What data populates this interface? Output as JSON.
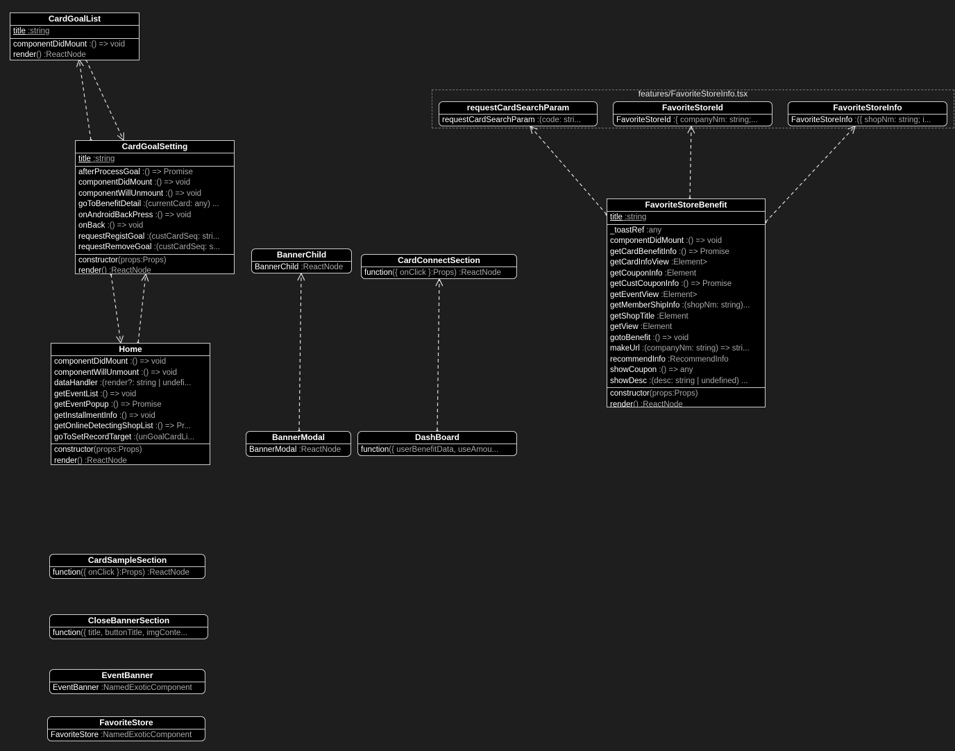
{
  "package": {
    "label": "features/FavoriteStoreInfo.tsx"
  },
  "nodes": [
    {
      "id": "CardGoalList",
      "title": "CardGoalList",
      "rounded": false,
      "sections": [
        [
          {
            "name": "title",
            "type": " :string",
            "underline": true
          }
        ],
        [
          {
            "name": "componentDidMount",
            "type": " :() => void"
          },
          {
            "name": "render",
            "type": "() :ReactNode"
          }
        ]
      ]
    },
    {
      "id": "CardGoalSetting",
      "title": "CardGoalSetting",
      "rounded": false,
      "sections": [
        [
          {
            "name": "title",
            "type": " :string",
            "underline": true
          }
        ],
        [
          {
            "name": "afterProcessGoal",
            "type": " :() => Promise"
          },
          {
            "name": "componentDidMount",
            "type": " :() => void"
          },
          {
            "name": "componentWillUnmount",
            "type": " :() => void"
          },
          {
            "name": "goToBenefitDetail",
            "type": " :(currentCard: any) ..."
          },
          {
            "name": "onAndroidBackPress",
            "type": " :() => void"
          },
          {
            "name": "onBack",
            "type": " :() => void"
          },
          {
            "name": "requestRegistGoal",
            "type": " :(custCardSeq: stri..."
          },
          {
            "name": "requestRemoveGoal",
            "type": " :(custCardSeq: s..."
          }
        ],
        [
          {
            "name": "constructor",
            "type": "(props:Props)"
          },
          {
            "name": "render",
            "type": "() :ReactNode"
          }
        ]
      ]
    },
    {
      "id": "Home",
      "title": "Home",
      "rounded": false,
      "sections": [
        [
          {
            "name": "componentDidMount",
            "type": " :() => void"
          },
          {
            "name": "componentWillUnmount",
            "type": " :() => void"
          },
          {
            "name": "dataHandler",
            "type": " :(render?: string | undefi..."
          },
          {
            "name": "getEventList",
            "type": " :() => void"
          },
          {
            "name": "getEventPopup",
            "type": " :() => Promise"
          },
          {
            "name": "getInstallmentInfo",
            "type": " :() => void"
          },
          {
            "name": "getOnlineDetectingShopList",
            "type": " :() => Pr..."
          },
          {
            "name": "goToSetRecordTarget",
            "type": " :(unGoalCardLi..."
          }
        ],
        [
          {
            "name": "constructor",
            "type": "(props:Props)"
          },
          {
            "name": "render",
            "type": "() :ReactNode"
          }
        ]
      ]
    },
    {
      "id": "BannerChild",
      "title": "BannerChild",
      "rounded": true,
      "sections": [
        [
          {
            "name": "BannerChild",
            "type": " :ReactNode"
          }
        ]
      ]
    },
    {
      "id": "BannerModal",
      "title": "BannerModal",
      "rounded": true,
      "sections": [
        [
          {
            "name": "BannerModal",
            "type": " :ReactNode"
          }
        ]
      ]
    },
    {
      "id": "CardConnectSection",
      "title": "CardConnectSection",
      "rounded": true,
      "sections": [
        [
          {
            "name": "function",
            "type": "({ onClick }:Props) :ReactNode"
          }
        ]
      ]
    },
    {
      "id": "DashBoard",
      "title": "DashBoard",
      "rounded": true,
      "sections": [
        [
          {
            "name": "function",
            "type": "({ userBenefitData, useAmou..."
          }
        ]
      ]
    },
    {
      "id": "requestCardSearchParam",
      "title": "requestCardSearchParam",
      "rounded": true,
      "sections": [
        [
          {
            "name": "requestCardSearchParam",
            "type": " :(code: stri..."
          }
        ]
      ]
    },
    {
      "id": "FavoriteStoreId",
      "title": "FavoriteStoreId",
      "rounded": true,
      "sections": [
        [
          {
            "name": "FavoriteStoreId",
            "type": " :{ companyNm: string;..."
          }
        ]
      ]
    },
    {
      "id": "FavoriteStoreInfo",
      "title": "FavoriteStoreInfo",
      "rounded": true,
      "sections": [
        [
          {
            "name": "FavoriteStoreInfo",
            "type": " :({ shopNm: string; i..."
          }
        ]
      ]
    },
    {
      "id": "FavoriteStoreBenefit",
      "title": "FavoriteStoreBenefit",
      "rounded": false,
      "sections": [
        [
          {
            "name": "title",
            "type": " :string",
            "underline": true
          }
        ],
        [
          {
            "name": "_toastRef",
            "type": " :any"
          },
          {
            "name": "componentDidMount",
            "type": " :() => void"
          },
          {
            "name": "getCardBenefitInfo",
            "type": " :() => Promise"
          },
          {
            "name": "getCardInfoView",
            "type": " :Element>"
          },
          {
            "name": "getCouponInfo",
            "type": " :Element"
          },
          {
            "name": "getCustCouponInfo",
            "type": " :() => Promise"
          },
          {
            "name": "getEventView",
            "type": " :Element>"
          },
          {
            "name": "getMemberShipInfo",
            "type": " :(shopNm: string)..."
          },
          {
            "name": "getShopTitle",
            "type": " :Element"
          },
          {
            "name": "getView",
            "type": " :Element"
          },
          {
            "name": "gotoBenefit",
            "type": " :() => void"
          },
          {
            "name": "makeUrl",
            "type": " :(companyNm: string) => stri..."
          },
          {
            "name": "recommendInfo",
            "type": " :RecommendInfo"
          },
          {
            "name": "showCoupon",
            "type": " :() => any"
          },
          {
            "name": "showDesc",
            "type": " :(desc: string | undefined) ..."
          }
        ],
        [
          {
            "name": "constructor",
            "type": "(props:Props)"
          },
          {
            "name": "render",
            "type": "() :ReactNode"
          }
        ]
      ]
    },
    {
      "id": "CardSampleSection",
      "title": "CardSampleSection",
      "rounded": true,
      "sections": [
        [
          {
            "name": "function",
            "type": "({ onClick }:Props) :ReactNode"
          }
        ]
      ]
    },
    {
      "id": "CloseBannerSection",
      "title": "CloseBannerSection",
      "rounded": true,
      "sections": [
        [
          {
            "name": "function",
            "type": "({ title, buttonTitle, imgConte..."
          }
        ]
      ]
    },
    {
      "id": "EventBanner",
      "title": "EventBanner",
      "rounded": true,
      "sections": [
        [
          {
            "name": "EventBanner",
            "type": " :NamedExoticComponent"
          }
        ]
      ]
    },
    {
      "id": "FavoriteStore",
      "title": "FavoriteStore",
      "rounded": true,
      "sections": [
        [
          {
            "name": "FavoriteStore",
            "type": " :NamedExoticComponent"
          }
        ]
      ]
    }
  ],
  "edges": [
    {
      "from": "CardGoalSetting",
      "to": "CardGoalList"
    },
    {
      "from": "CardGoalList",
      "to": "CardGoalSetting"
    },
    {
      "from": "Home",
      "to": "CardGoalSetting"
    },
    {
      "from": "CardGoalSetting",
      "to": "Home"
    },
    {
      "from": "BannerModal",
      "to": "BannerChild"
    },
    {
      "from": "DashBoard",
      "to": "CardConnectSection"
    },
    {
      "from": "FavoriteStoreBenefit",
      "to": "requestCardSearchParam"
    },
    {
      "from": "FavoriteStoreBenefit",
      "to": "FavoriteStoreId"
    },
    {
      "from": "FavoriteStoreBenefit",
      "to": "FavoriteStoreInfo"
    }
  ]
}
